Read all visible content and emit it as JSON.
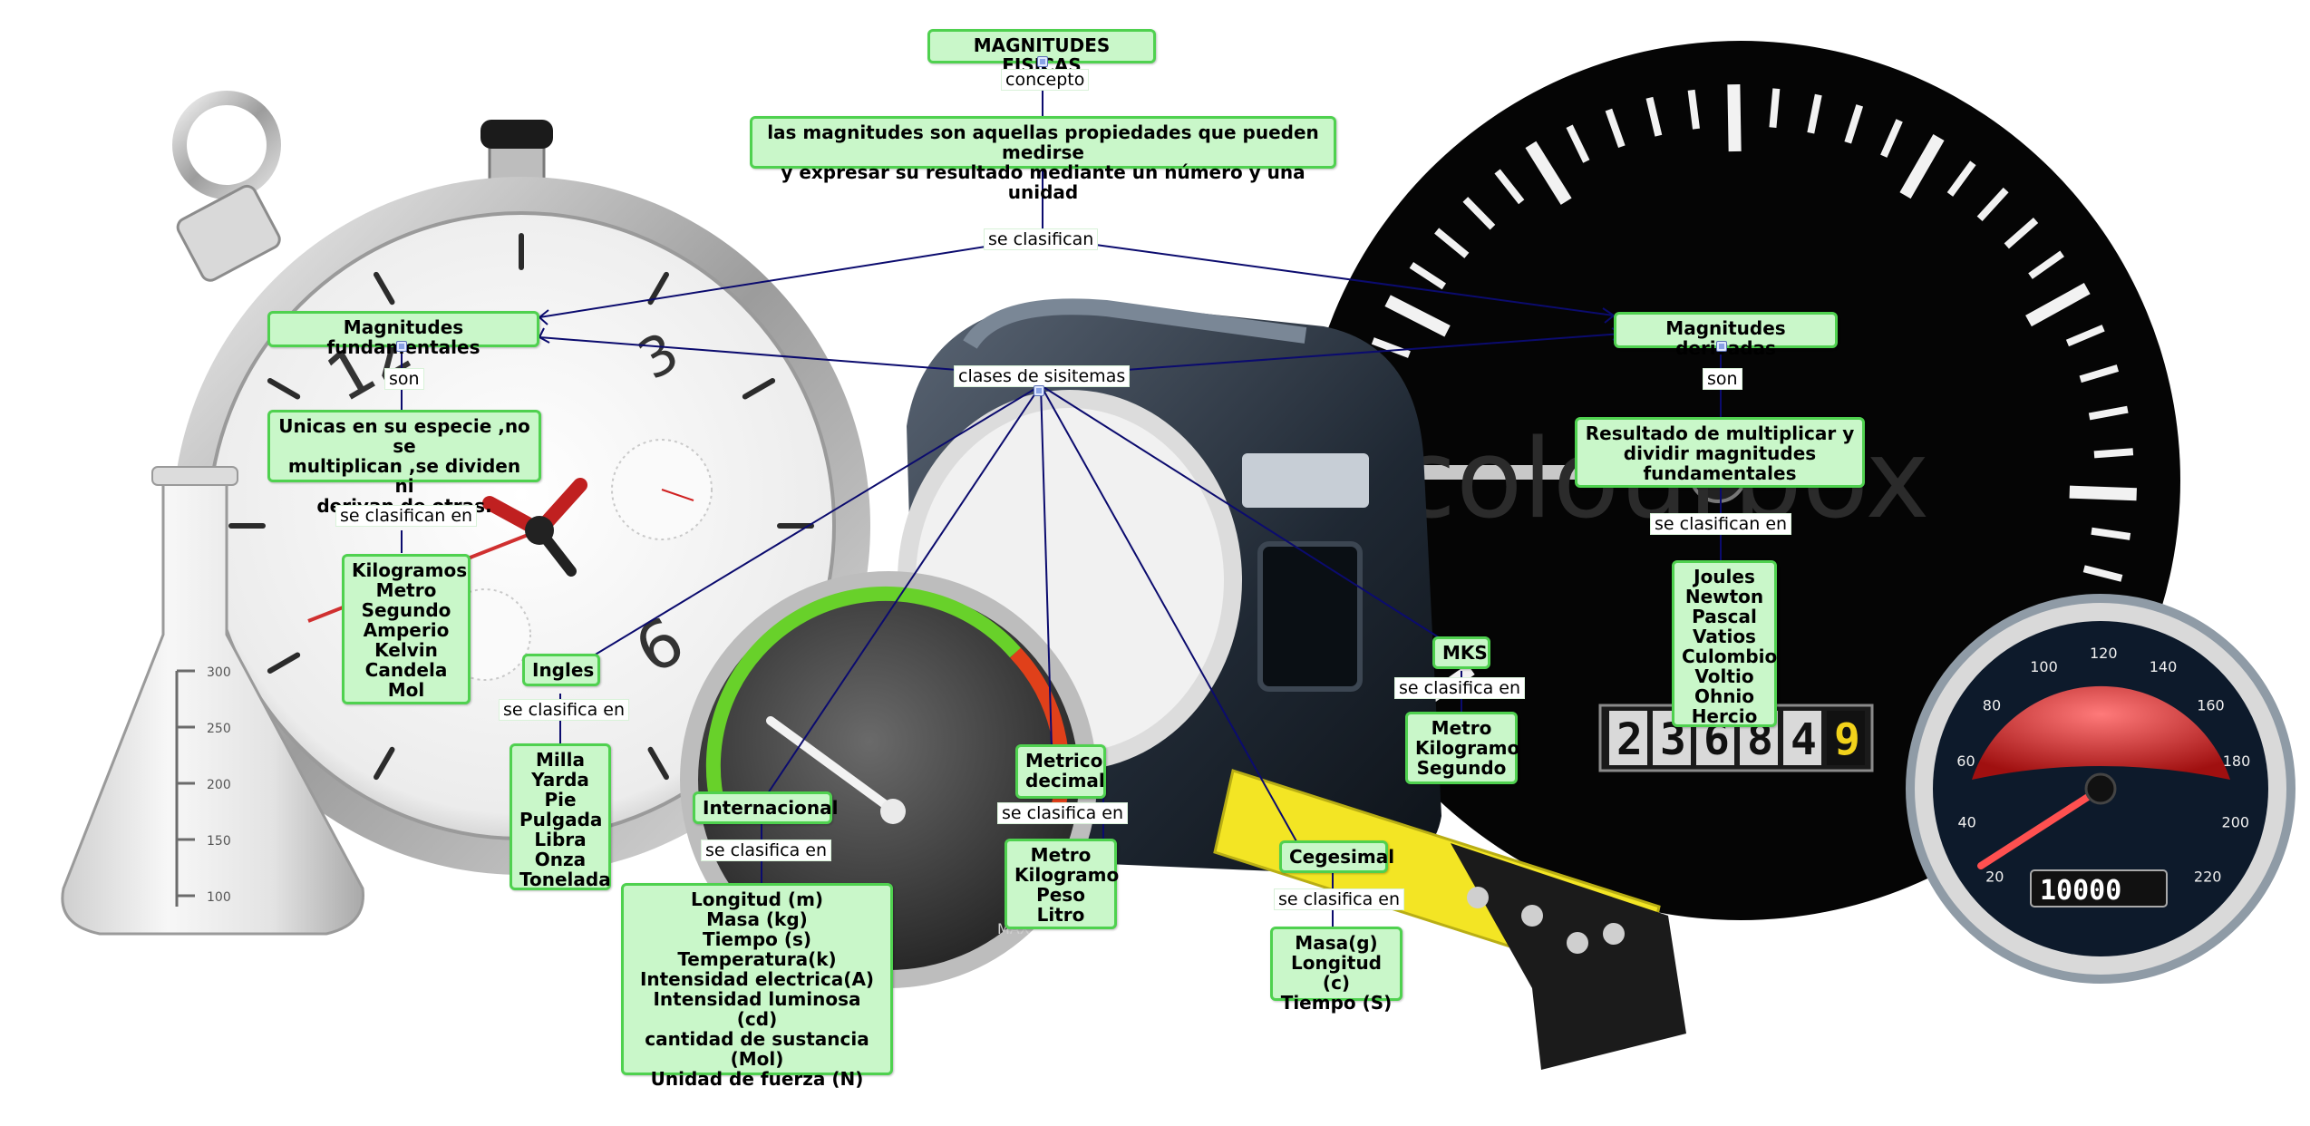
{
  "colors": {
    "node_fill": "#c9f7c9",
    "node_border": "#4fd14f",
    "connector": "#0b0b6e",
    "tape_yellow": "#f3e524"
  },
  "nodes": {
    "title": "MAGNITUDES FISICAS",
    "definition": "las magnitudes son aquellas propiedades que pueden medirse\ny expresar su resultado mediante un número y una unidad",
    "fundamentales": "Magnitudes fundamentales",
    "derivadas": "Magnitudes derivadas",
    "fund_desc": "Unicas en su especie ,no se\nmultiplican ,se dividen ni\nderivan de otras.",
    "deriv_desc": "Resultado de multiplicar y\ndividir magnitudes\nfundamentales",
    "fund_units": "Kilogramos\nMetro\nSegundo\nAmperio\nKelvin\nCandela\nMol",
    "deriv_units": "Joules\nNewton\nPascal\nVatios\nCulombio\nVoltio\nOhnio\nHercio",
    "ingles": "Ingles",
    "ingles_units": "Milla\nYarda\nPie\nPulgada\nLibra\nOnza\nTonelada",
    "internacional": "Internacional",
    "internacional_units": "Longitud (m)\nMasa (kg)\nTiempo (s)\nTemperatura(k)\nIntensidad electrica(A)\nIntensidad luminosa (cd)\ncantidad de sustancia (Mol)\nUnidad de fuerza (N)",
    "metrico": "Metrico\ndecimal",
    "metrico_units": "Metro\nKilogramo\nPeso\nLitro",
    "mks": "MKS",
    "mks_units": "Metro\nKilogramo\nSegundo",
    "cegesimal": "Cegesimal",
    "cegesimal_units": "Masa(g)\nLongitud (c)\nTiempo (S)"
  },
  "links": {
    "concepto": "concepto",
    "se_clasifican": "se clasifican",
    "clases": "clases de sisitemas",
    "son_left": "son",
    "son_right": "son",
    "se_clasifican_en_left": "se clasifican en",
    "se_clasifican_en_right": "se clasifican en",
    "se_clasifica_en_ingles": "se clasifica en",
    "se_clasifica_en_internacional": "se clasifica en",
    "se_clasifica_en_metrico": "se clasifica en",
    "se_clasifica_en_mks": "se clasifica en",
    "se_clasifica_en_cegesimal": "se clasifica en"
  },
  "background": {
    "odometer_digits": [
      "2",
      "3",
      "6",
      "8",
      "4",
      "9"
    ],
    "speed_counter": "10000",
    "gauge_label": "MAX",
    "watermark": "colourbox",
    "speedo_ticks": [
      "20",
      "40",
      "60",
      "80",
      "100",
      "120",
      "140",
      "160",
      "180",
      "200",
      "220"
    ],
    "flask_ticks": [
      "300",
      "250",
      "200",
      "150",
      "100"
    ]
  }
}
